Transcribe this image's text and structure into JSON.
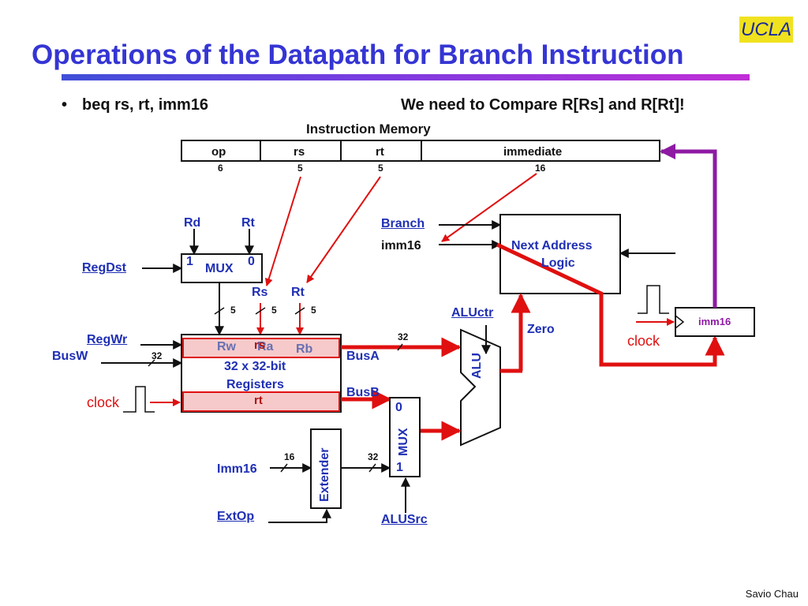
{
  "slide": {
    "title": "Operations of the Datapath for Branch Instruction",
    "logo": "UCLA",
    "bullet_marker": "•",
    "bullet": "beq rs, rt, imm16",
    "note": "We need to Compare R[Rs] and R[Rt]!",
    "footer": "Savio Chau"
  },
  "instruction_memory": {
    "label": "Instruction Memory",
    "fields": [
      "op",
      "rs",
      "rt",
      "immediate"
    ],
    "widths": [
      "6",
      "5",
      "5",
      "16"
    ]
  },
  "next_address": {
    "branch": "Branch",
    "imm16": "imm16",
    "logic": [
      "Next Address",
      "Logic"
    ],
    "pc_label": "imm16",
    "clock": "clock"
  },
  "regdst_mux": {
    "rd": "Rd",
    "rt": "Rt",
    "control": "RegDst",
    "in1": "1",
    "name": "MUX",
    "in0": "0"
  },
  "register_file": {
    "rs": "Rs",
    "rt": "Rt",
    "bus5a": "5",
    "bus5b": "5",
    "bus5c": "5",
    "regwr": "RegWr",
    "busw": "BusW",
    "bus32": "32",
    "rw": "Rw",
    "ra": "Ra",
    "rb": "Rb",
    "sel_rs": "rs",
    "line1": "32 x 32-bit",
    "line2": "Registers",
    "sel_rt": "rt",
    "clock": "clock",
    "busa": "BusA",
    "busb": "BusB",
    "busa_width": "32"
  },
  "alu": {
    "aluctr": "ALUctr",
    "zero": "Zero",
    "name": "ALU"
  },
  "alusrc_mux": {
    "in0": "0",
    "name": "MUX",
    "in1": "1",
    "control": "ALUSrc"
  },
  "extender": {
    "name": "Extender",
    "imm16": "Imm16",
    "width_in": "16",
    "width_out": "32",
    "extop": "ExtOp"
  },
  "colors": {
    "title": "#3535d4",
    "label_blue": "#1f2fb4",
    "highlight": "#e01010",
    "pc_feedback": "#8e1aa3",
    "logo_bg": "#f0e21e"
  }
}
